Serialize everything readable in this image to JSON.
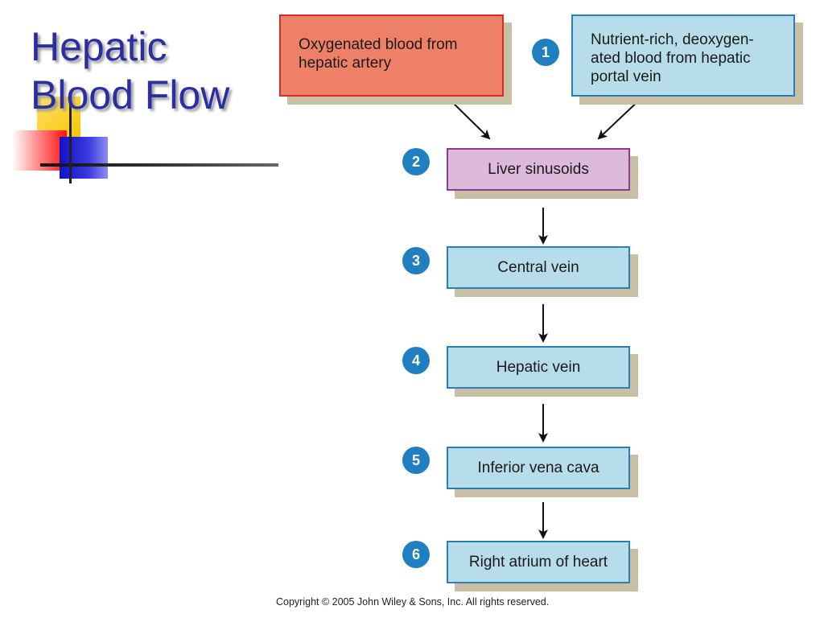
{
  "slide": {
    "title_line1": "Hepatic",
    "title_line2": "Blood Flow"
  },
  "diagram": {
    "steps": [
      {
        "number": "1",
        "boxes": [
          "Oxygenated blood from hepatic artery",
          "Nutrient-rich, deoxygen-ated blood from hepatic portal vein"
        ]
      },
      {
        "number": "2",
        "label": "Liver sinusoids"
      },
      {
        "number": "3",
        "label": "Central vein"
      },
      {
        "number": "4",
        "label": "Hepatic vein"
      },
      {
        "number": "5",
        "label": "Inferior vena cava"
      },
      {
        "number": "6",
        "label": "Right atrium of heart"
      }
    ],
    "hepatic_artery_line1": "Oxygenated blood from",
    "hepatic_artery_line2": "hepatic artery",
    "portal_vein_line1": "Nutrient-rich, deoxygen-",
    "portal_vein_line2": "ated blood from hepatic",
    "portal_vein_line3": "portal vein",
    "colors": {
      "artery_fill": "#ef8068",
      "artery_border": "#d92b2b",
      "vein_fill": "#b7dcea",
      "vein_border": "#2a7fb8",
      "sinusoid_fill": "#ddb9dc",
      "sinusoid_border": "#8e3d91",
      "badge": "#1f7fc1",
      "title": "#2b2ea3"
    }
  },
  "footer": {
    "copyright": "Copyright © 2005 John Wiley & Sons, Inc.  All rights reserved."
  }
}
